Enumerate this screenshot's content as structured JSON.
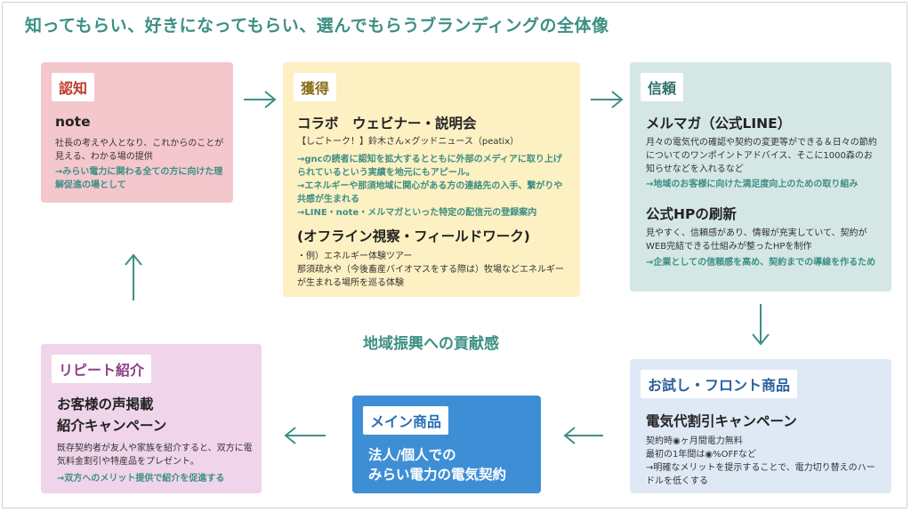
{
  "page": {
    "title": "知ってもらい、好きになってもらい、選んでもらうブランディングの全体像",
    "center_label": "地域振興への貢献感"
  },
  "colors": {
    "accent": "#3d8f84",
    "ninchi_bg": "#f4c7cd",
    "kakutoku_bg": "#fdf0c2",
    "shinrai_bg": "#d4e7e4",
    "otameshi_bg": "#dfe9f6",
    "main_bg": "#3e8ed6",
    "repeat_bg": "#efd4ea"
  },
  "ninchi": {
    "tag": "認知",
    "heading": "note",
    "body": "社長の考えや人となり、これからのことが見える、わかる場の提供",
    "note": "→みらい電力に関わる全ての方に向けた理解促進の場として"
  },
  "kakutoku": {
    "tag": "獲得",
    "heading1": "コラボ　ウェビナー・説明会",
    "body1": "【しごトーク！】鈴木さん×グッドニュース（peatix）",
    "note1": "→gncの読者に認知を拡大するとともに外部のメディアに取り上げられているという実績を地元にもアピール。\n→エネルギーや那須地域に関心がある方の連絡先の入手、繋がりや共感が生まれる\n→LINE・note・メルマガといった特定の配信元の登録案内",
    "heading2": "(オフライン視察・フィールドワーク)",
    "body2": "・例）エネルギー体験ツアー\n那須疏水や（今後畜産バイオマスをする際は）牧場などエネルギーが生まれる場所を巡る体験"
  },
  "shinrai": {
    "tag": "信頼",
    "heading1": "メルマガ（公式LINE）",
    "body1": "月々の電気代の確認や契約の変更等ができる＆日々の節約についてのワンポイントアドバイス、そこに1000森のお知らせなどを入れるなど",
    "note1": "→地域のお客様に向けた満足度向上のための取り組み",
    "heading2": "公式HPの刷新",
    "body2": "見やすく、信頼感があり、情報が充実していて、契約がWEB完結できる仕組みが整ったHPを制作",
    "note2": "→企業としての信頼感を高め、契約までの導線を作るため"
  },
  "otameshi": {
    "tag": "お試し・フロント商品",
    "heading": "電気代割引キャンペーン",
    "body": "契約時◉ヶ月間電力無料\n最初の1年間は◉%OFFなど\n→明確なメリットを提示することで、電力切り替えのハードルを低くする"
  },
  "main": {
    "tag": "メイン商品",
    "heading": "法人/個人での\nみらい電力の電気契約"
  },
  "repeat": {
    "tag": "リピート紹介",
    "heading": "お客様の声掲載\n紹介キャンペーン",
    "body": "既存契約者が友人や家族を紹介すると、双方に電気料金割引や特産品をプレゼント。",
    "note": "→双方へのメリット提供で紹介を促進する"
  }
}
